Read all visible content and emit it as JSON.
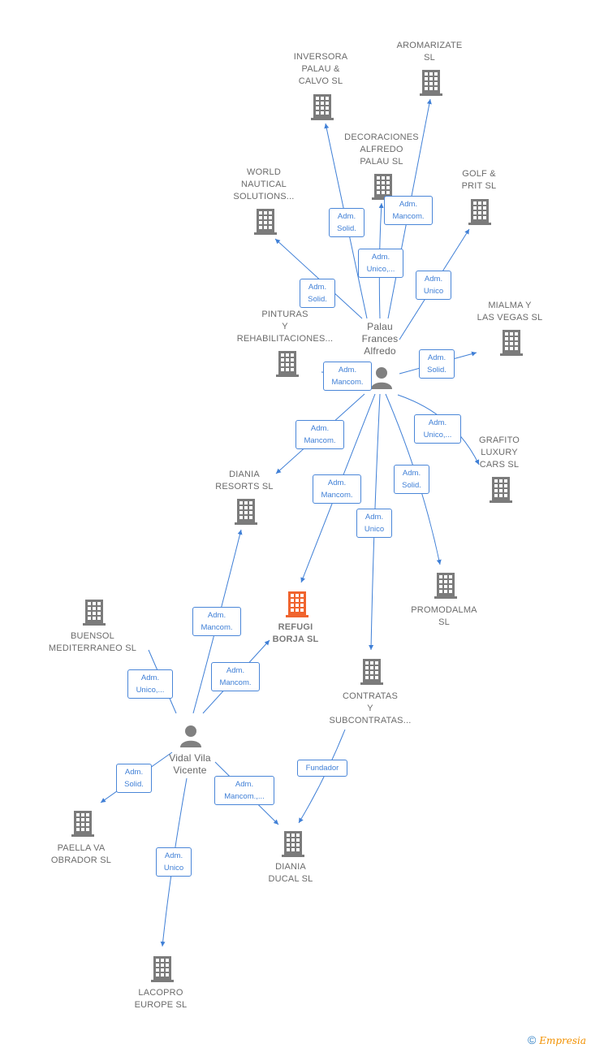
{
  "colors": {
    "edge": "#3f7fd6",
    "building": "#7b7b7b",
    "main_building": "#f0642e",
    "person": "#808080",
    "brand": "#f29100"
  },
  "persons": [
    {
      "id": "p1",
      "label": "Palau\nFrances\nAlfredo"
    },
    {
      "id": "p2",
      "label": "Vidal Vila\nVicente"
    }
  ],
  "companies": [
    {
      "id": "inversora",
      "label": "INVERSORA\nPALAU &\nCALVO  SL"
    },
    {
      "id": "aromarizate",
      "label": "AROMARIZATE\nSL"
    },
    {
      "id": "decoraciones",
      "label": "DECORACIONES\nALFREDO\nPALAU SL"
    },
    {
      "id": "world",
      "label": "WORLD\nNAUTICAL\nSOLUTIONS..."
    },
    {
      "id": "golf",
      "label": "GOLF &\nPRIT SL"
    },
    {
      "id": "pinturas",
      "label": "PINTURAS\nY\nREHABILITACIONES..."
    },
    {
      "id": "mialma",
      "label": "MIALMA Y\nLAS VEGAS  SL"
    },
    {
      "id": "grafito",
      "label": "GRAFITO\nLUXURY\nCARS  SL"
    },
    {
      "id": "diania_resorts",
      "label": "DIANIA\nRESORTS  SL"
    },
    {
      "id": "refugi",
      "label": "REFUGI\nBORJA  SL",
      "main": true
    },
    {
      "id": "promodalma",
      "label": "PROMODALMA\nSL"
    },
    {
      "id": "buensol",
      "label": "BUENSOL\nMEDITERRANEO SL"
    },
    {
      "id": "contratas",
      "label": "CONTRATAS\nY\nSUBCONTRATAS..."
    },
    {
      "id": "paella",
      "label": "PAELLA VA\nOBRADOR  SL"
    },
    {
      "id": "diania_ducal",
      "label": "DIANIA\nDUCAL  SL"
    },
    {
      "id": "lacopro",
      "label": "LACOPRO\nEUROPE  SL"
    }
  ],
  "roles": [
    {
      "id": "r_inversora",
      "label": "Adm.\nSolid."
    },
    {
      "id": "r_aromarizate",
      "label": "Adm.\nMancom."
    },
    {
      "id": "r_decoraciones",
      "label": "Adm.\nUnico,..."
    },
    {
      "id": "r_world",
      "label": "Adm.\nSolid."
    },
    {
      "id": "r_golf",
      "label": "Adm.\nUnico"
    },
    {
      "id": "r_mialma",
      "label": "Adm.\nSolid."
    },
    {
      "id": "r_pinturas",
      "label": "Adm.\nMancom."
    },
    {
      "id": "r_grafito",
      "label": "Adm.\nUnico,..."
    },
    {
      "id": "r_diania_resorts",
      "label": "Adm.\nMancom."
    },
    {
      "id": "r_refugi_p1",
      "label": "Adm.\nMancom."
    },
    {
      "id": "r_promodalma",
      "label": "Adm.\nSolid."
    },
    {
      "id": "r_contratas",
      "label": "Adm.\nUnico"
    },
    {
      "id": "r_diania_resorts_p2",
      "label": "Adm.\nMancom."
    },
    {
      "id": "r_refugi_p2",
      "label": "Adm.\nMancom."
    },
    {
      "id": "r_buensol",
      "label": "Adm.\nUnico,..."
    },
    {
      "id": "r_paella",
      "label": "Adm.\nSolid."
    },
    {
      "id": "r_diania_ducal",
      "label": "Adm.\nMancom.,..."
    },
    {
      "id": "r_fundador",
      "label": "Fundador"
    },
    {
      "id": "r_lacopro",
      "label": "Adm.\nUnico"
    }
  ],
  "brand": {
    "copyright": "©",
    "name": "Empresia"
  }
}
